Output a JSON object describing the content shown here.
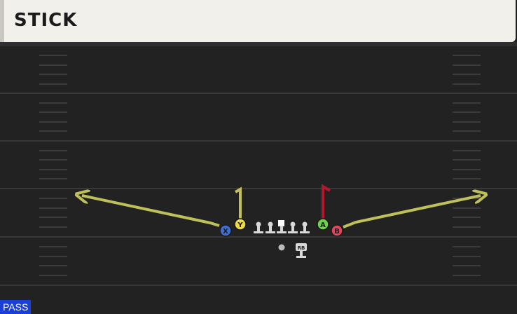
{
  "play": {
    "name": "STICK",
    "type_label": "PASS"
  },
  "players": {
    "x": {
      "label": "X",
      "color": "#3f6fd6"
    },
    "y": {
      "label": "Y",
      "color": "#ecd94a"
    },
    "a": {
      "label": "A",
      "color": "#6fd24c"
    },
    "b": {
      "label": "B",
      "color": "#e2445c"
    },
    "rb": {
      "label": "RB"
    }
  },
  "colors": {
    "route_primary": "#bfc05a",
    "route_hot": "#b5182e",
    "field": "#222222",
    "yard_line": "#3a3a3a",
    "hash": "#3d3d3d",
    "lineman": "#d8d8d8",
    "header_bg": "#f2f0ea",
    "pass_badge": "#1a3fd6"
  }
}
